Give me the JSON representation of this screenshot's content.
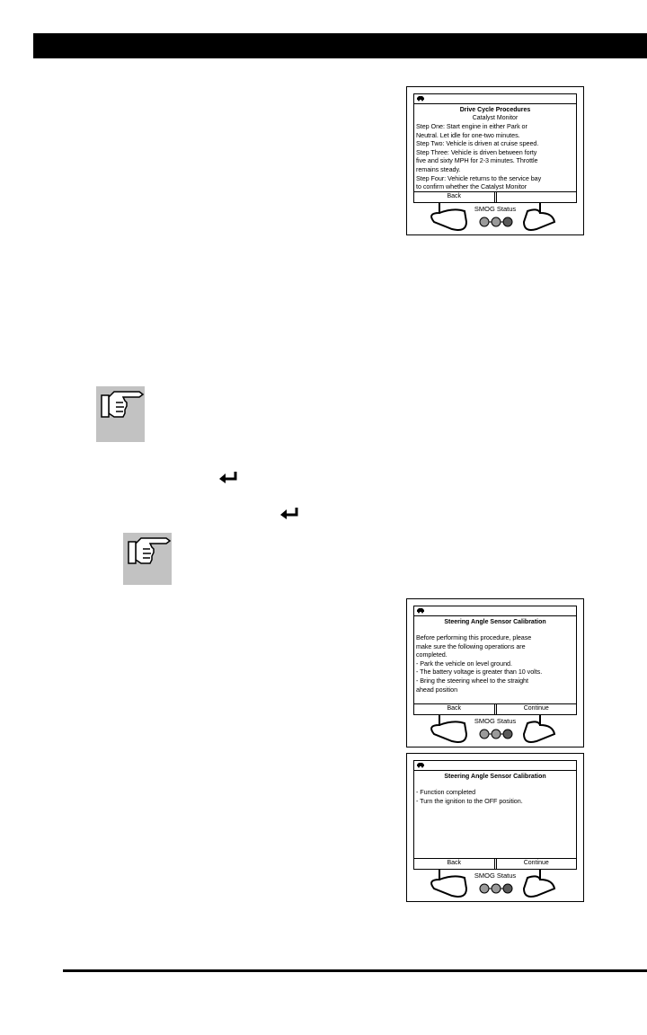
{
  "screens": [
    {
      "title": "Drive Cycle Procedures",
      "subtitle": "Catalyst Monitor",
      "body": "Step One: Start engine in either Park or\nNeutral. Let idle for one-two minutes.\nStep Two: Vehicle is driven at cruise speed.\nStep Three: Vehicle is driven between forty\nfive and sixty MPH for 2-3 minutes. Throttle\nremains steady.\nStep Four: Vehicle returns to the service bay\nto confirm whether the Catalyst Monitor",
      "left_key": "Back",
      "right_key": "",
      "status_label": "SMOG Status"
    },
    {
      "title": "Steering Angle Sensor Calibration",
      "subtitle": "",
      "body": "Before performing this procedure, please\nmake sure the following operations are\ncompleted.\n- Park the vehicle on level ground.\n- The battery voltage is greater than 10 volts.\n- Bring the steering wheel to the straight\nahead position",
      "left_key": "Back",
      "right_key": "Continue",
      "status_label": "SMOG Status"
    },
    {
      "title": "Steering Angle Sensor Calibration",
      "subtitle": "",
      "body": "- Function completed\n- Turn the ignition to the OFF position.",
      "left_key": "Back",
      "right_key": "Continue",
      "status_label": "SMOG Status"
    }
  ],
  "colors": {
    "note_bg": "#c2c2c2",
    "led_gray": "#9a9a9a",
    "led_dark": "#5a5a5a"
  },
  "icons": {
    "note": "pointing-hand-icon",
    "enter": "enter-key-icon"
  }
}
